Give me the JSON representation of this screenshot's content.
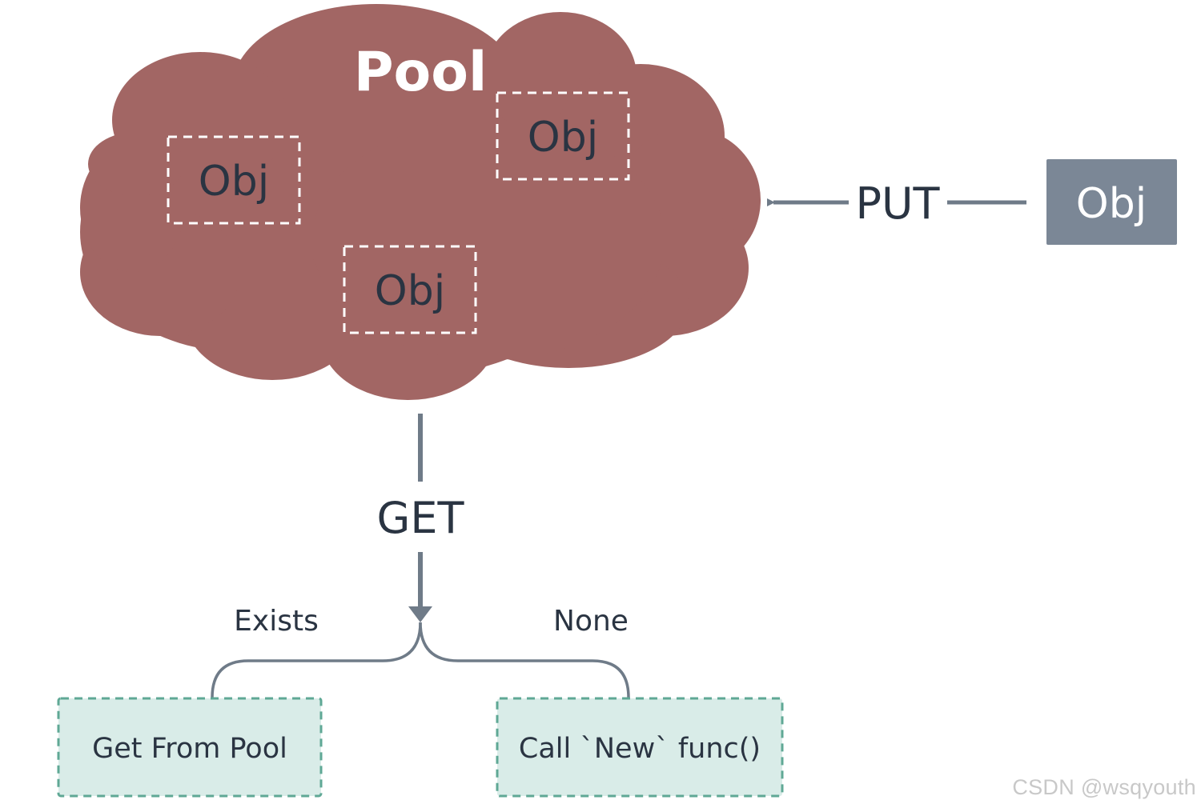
{
  "colors": {
    "pool_fill": "#a26664",
    "obj_grey": "#7b8796",
    "arrow": "#6f7b88",
    "text_dark": "#2a3442",
    "box_fill": "#d9ece8",
    "box_border": "#5fa895",
    "watermark": "#c8c8c8"
  },
  "pool": {
    "title": "Pool",
    "objects": [
      "Obj",
      "Obj",
      "Obj"
    ]
  },
  "put": {
    "label": "PUT",
    "source_object": "Obj"
  },
  "get": {
    "label": "GET",
    "branch_exists_label": "Exists",
    "branch_none_label": "None",
    "result_exists": "Get From Pool",
    "result_none": "Call `New` func()"
  },
  "watermark": {
    "text": "CSDN @wsqyouth"
  }
}
